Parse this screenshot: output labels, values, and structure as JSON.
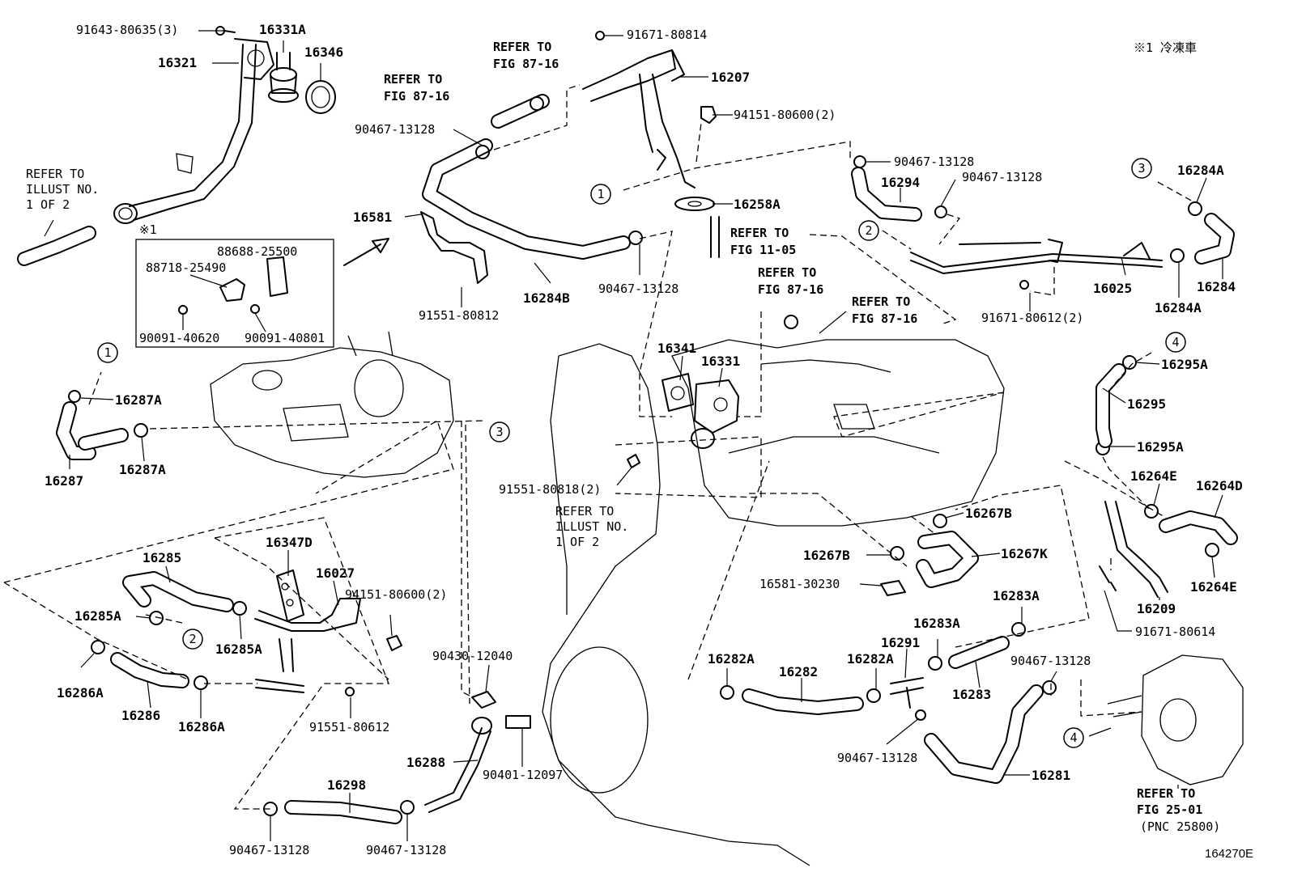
{
  "diagram_code": "164270E",
  "refrigeration_note": "※1 冷凍車",
  "asterisk_mark": "※1",
  "callouts": [
    "1",
    "2",
    "3",
    "4"
  ],
  "refs": {
    "ref_illust_top_l1": "REFER TO",
    "ref_illust_top_l2": "ILLUST NO.",
    "ref_illust_top_l3": "1 OF 2",
    "ref_fig8716_a_l1": "REFER TO",
    "ref_fig8716_a_l2": "FIG 87-16",
    "ref_fig8716_b_l1": "REFER TO",
    "ref_fig8716_b_l2": "FIG 87-16",
    "ref_fig1105_l1": "REFER TO",
    "ref_fig1105_l2": "FIG 11-05",
    "ref_fig8716_c_l1": "REFER TO",
    "ref_fig8716_c_l2": "FIG 87-16",
    "ref_fig8716_d_l1": "REFER TO",
    "ref_fig8716_d_l2": "FIG 87-16",
    "ref_illust_mid_l1": "REFER TO",
    "ref_illust_mid_l2": "ILLUST NO.",
    "ref_illust_mid_l3": "1 OF 2",
    "ref_fig2501_l1": "REFER TO",
    "ref_fig2501_l2": "FIG 25-01",
    "ref_fig2501_l3": "(PNC 25800)"
  },
  "parts": {
    "p_91643_80635": "91643-80635(3)",
    "p_16331A": "16331A",
    "p_16346": "16346",
    "p_16321": "16321",
    "p_88688_25500": "88688-25500",
    "p_88718_25490": "88718-25490",
    "p_90091_40620": "90091-40620",
    "p_90091_40801": "90091-40801",
    "p_91671_80814": "91671-80814",
    "p_16207": "16207",
    "p_94151_80600_top": "94151-80600(2)",
    "p_90467_13128_a": "90467-13128",
    "p_16258A": "16258A",
    "p_16581": "16581",
    "p_16284B": "16284B",
    "p_91551_80812": "91551-80812",
    "p_90467_13128_b": "90467-13128",
    "p_90467_13128_c": "90467-13128",
    "p_16294": "16294",
    "p_90467_13128_d": "90467-13128",
    "p_16284A_top": "16284A",
    "p_16025": "16025",
    "p_16284": "16284",
    "p_16284A_bot": "16284A",
    "p_91671_80612": "91671-80612(2)",
    "p_16341": "16341",
    "p_16331": "16331",
    "p_16287A_top": "16287A",
    "p_16287": "16287",
    "p_16287A_bot": "16287A",
    "p_91551_80818": "91551-80818(2)",
    "p_16295A_top": "16295A",
    "p_16295": "16295",
    "p_16295A_bot": "16295A",
    "p_16264E_top": "16264E",
    "p_16264D": "16264D",
    "p_16264E_bot": "16264E",
    "p_16209": "16209",
    "p_91671_80614": "91671-80614",
    "p_16267B_top": "16267B",
    "p_16267B_bot": "16267B",
    "p_16267K": "16267K",
    "p_16581_30230": "16581-30230",
    "p_16285": "16285",
    "p_16347D": "16347D",
    "p_16027": "16027",
    "p_94151_80600_mid": "94151-80600(2)",
    "p_16285A_left": "16285A",
    "p_16285A_mid": "16285A",
    "p_16286A_left": "16286A",
    "p_16286": "16286",
    "p_16286A_mid": "16286A",
    "p_91551_80612": "91551-80612",
    "p_90430_12040": "90430-12040",
    "p_90401_12097": "90401-12097",
    "p_16288": "16288",
    "p_16298": "16298",
    "p_90467_13128_e": "90467-13128",
    "p_90467_13128_f": "90467-13128",
    "p_16282A_left": "16282A",
    "p_16282": "16282",
    "p_16282A_right": "16282A",
    "p_16291": "16291",
    "p_16283A_top": "16283A",
    "p_16283A_mid": "16283A",
    "p_16283": "16283",
    "p_90467_13128_g": "90467-13128",
    "p_90467_13128_h": "90467-13128",
    "p_16281": "16281"
  }
}
